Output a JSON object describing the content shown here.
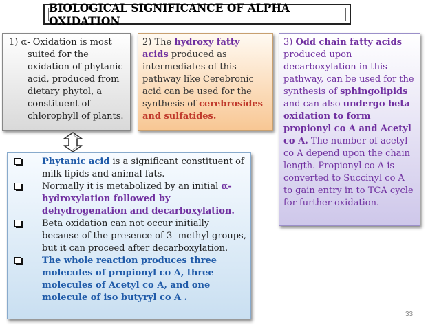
{
  "title": "BIOLOGICAL SIGNIFICANCE OF ALPHA OXIDATION",
  "box1": {
    "prefix": "1) α- Oxidation is most suited for the oxidation of phytanic acid, produced from dietary phytol, a constituent of chlorophyll of plants."
  },
  "box2": {
    "t1": "2) The ",
    "t2": "hydroxy fatty acids",
    "t3": " produced as intermediates of this pathway like Cerebronic acid can be used for the synthesis of ",
    "t4": "cerebrosides and sulfatides."
  },
  "box3": {
    "t1": "3) ",
    "t2": "Odd chain fatty acids",
    "t3": " produced upon decarboxylation in this pathway, can be used for the synthesis of ",
    "t4": "sphingolipids",
    "t5": " and can also ",
    "t6": "undergo beta oxidation to form propionyl co A and Acetyl co A.",
    "t7": " The number of acetyl co A depend upon the chain length. Propionyl co A is converted to Succinyl co A to gain entry in to TCA cycle for further oxidation."
  },
  "box4": {
    "b1a": "Phytanic acid",
    "b1b": " is a significant constituent of milk lipids and animal fats.",
    "b2a": "Normally it is metabolized by an initial ",
    "b2b": "α-hydroxylation followed by dehydrogenation and decarboxylation.",
    "b3": "Beta oxidation can not occur initially because of the presence of 3- methyl groups, but it can proceed after decarboxylation.",
    "b4": "The whole reaction produces three molecules of propionyl co A, three molecules of Acetyl co A, and one molecule of iso butyryl co A ."
  },
  "page_number": "33",
  "colors": {
    "purple": "#7030a0",
    "blue": "#1f5aa8",
    "red": "#c0392b"
  }
}
